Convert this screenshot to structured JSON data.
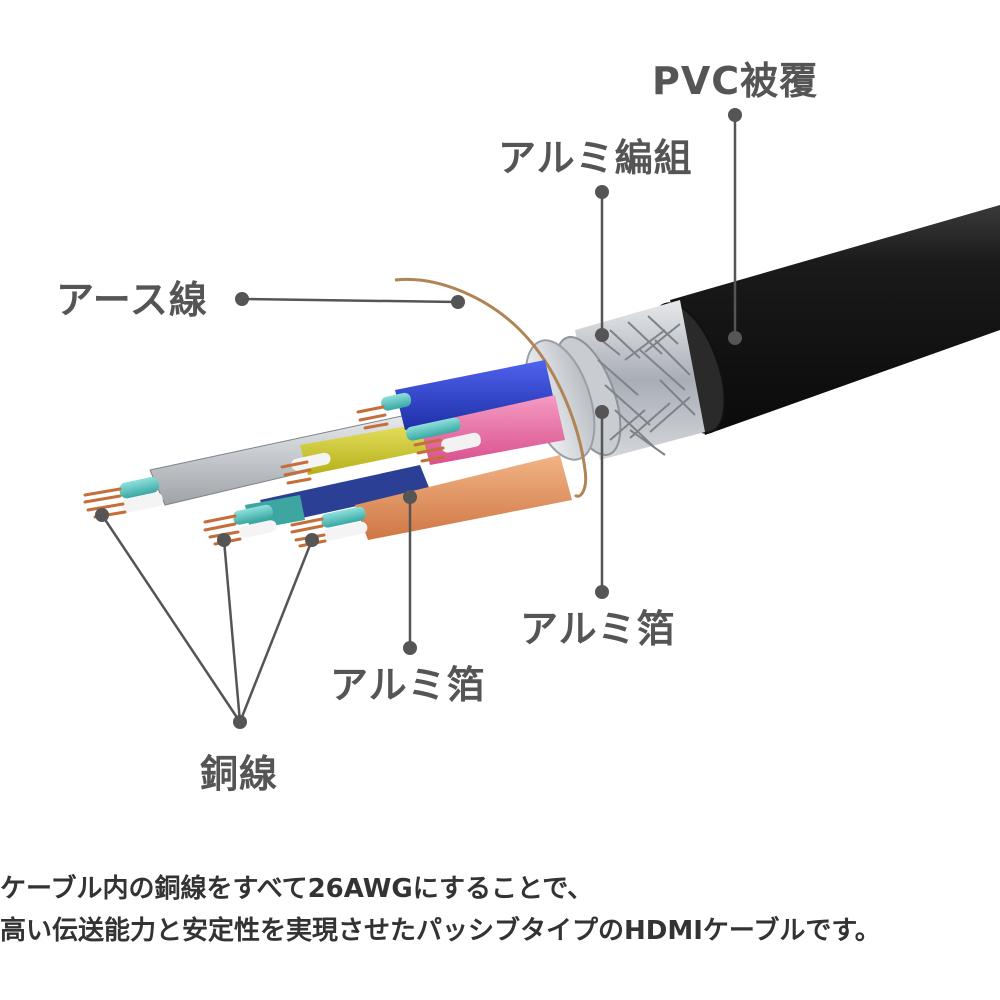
{
  "labels": {
    "pvc_jacket": "PVC被覆",
    "aluminum_braid": "アルミ編組",
    "ground_wire": "アース線",
    "aluminum_foil_right": "アルミ箔",
    "aluminum_foil_left": "アルミ箔",
    "copper_wire": "銅線"
  },
  "caption": {
    "line1": "ケーブル内の銅線をすべて26AWGにすることで、",
    "line2": "高い伝送能力と安定性を実現させたパッシブタイプのHDMIケーブルです。"
  },
  "colors": {
    "label": "#555555",
    "leader": "#555555",
    "jacket": "#1c1c1c",
    "braid": "#b8bcc2",
    "foil": "#dcdfe3",
    "pair_blue": "#2f46d6",
    "pair_pink": "#ec6fa5",
    "pair_yellow": "#d6d126",
    "pair_orange": "#e3935e",
    "pair_silver": "#c9cdd2",
    "pair_cyan": "#5cc7c2",
    "copper": "#c46e3a"
  }
}
